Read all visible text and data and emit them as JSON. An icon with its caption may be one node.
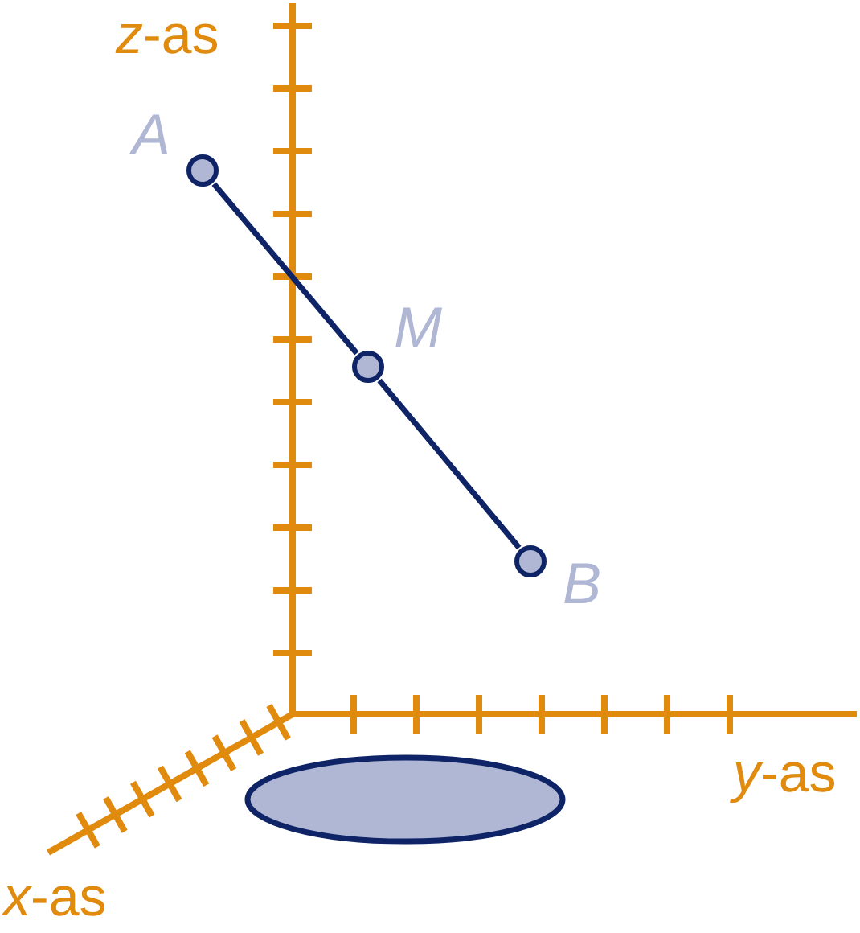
{
  "diagram": {
    "nodes": [
      {
        "text": [
          "A"
        ]
      },
      {
        "text": [
          "M"
        ]
      },
      {
        "text": [
          "B"
        ]
      }
    ],
    "edges": [
      {
        "from": 0,
        "to": 1,
        "arrow": "none"
      },
      {
        "from": 1,
        "to": 2,
        "arrow": "none"
      }
    ],
    "labels": [
      "*z*-as",
      "*y*-as",
      "*x*-as"
    ]
  }
}
